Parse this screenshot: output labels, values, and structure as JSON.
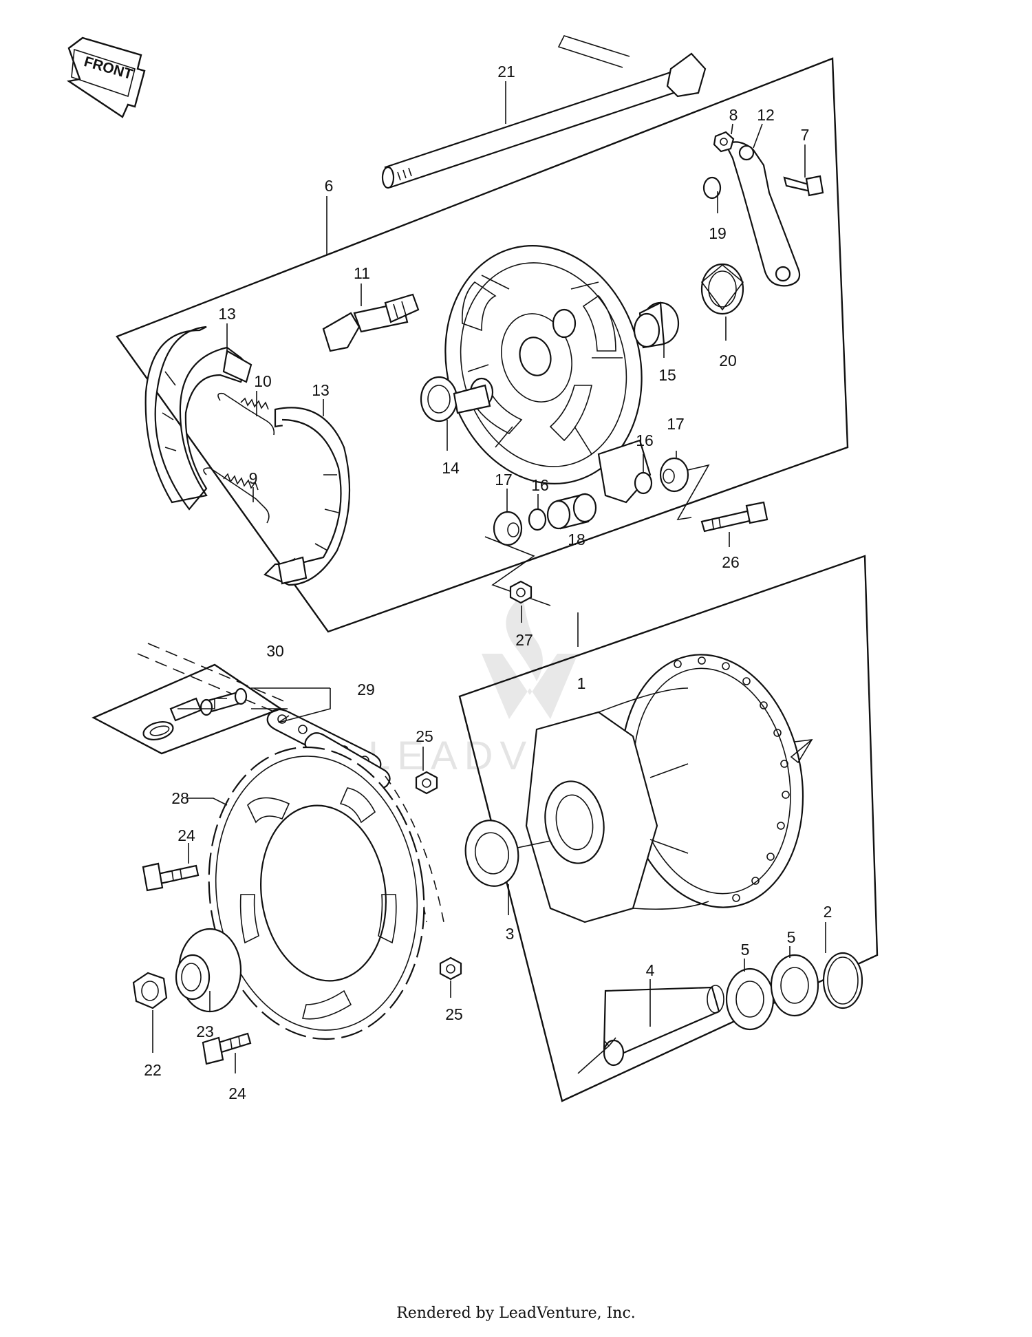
{
  "front_arrow": {
    "label": "FRONT"
  },
  "watermark": {
    "text": "LEADVENTURE"
  },
  "callouts": {
    "c1": "1",
    "c2": "2",
    "c3": "3",
    "c4": "4",
    "c5a": "5",
    "c5b": "5",
    "c6": "6",
    "c7": "7",
    "c8": "8",
    "c9": "9",
    "c10": "10",
    "c11": "11",
    "c12": "12",
    "c13a": "13",
    "c13b": "13",
    "c14": "14",
    "c15": "15",
    "c16a": "16",
    "c16b": "16",
    "c17a": "17",
    "c17b": "17",
    "c18": "18",
    "c19": "19",
    "c20": "20",
    "c21": "21",
    "c22": "22",
    "c23": "23",
    "c24a": "24",
    "c24b": "24",
    "c25a": "25",
    "c25b": "25",
    "c26": "26",
    "c27": "27",
    "c28": "28",
    "c29": "29",
    "c30": "30"
  },
  "footer": {
    "text": "Rendered by LeadVenture, Inc."
  }
}
